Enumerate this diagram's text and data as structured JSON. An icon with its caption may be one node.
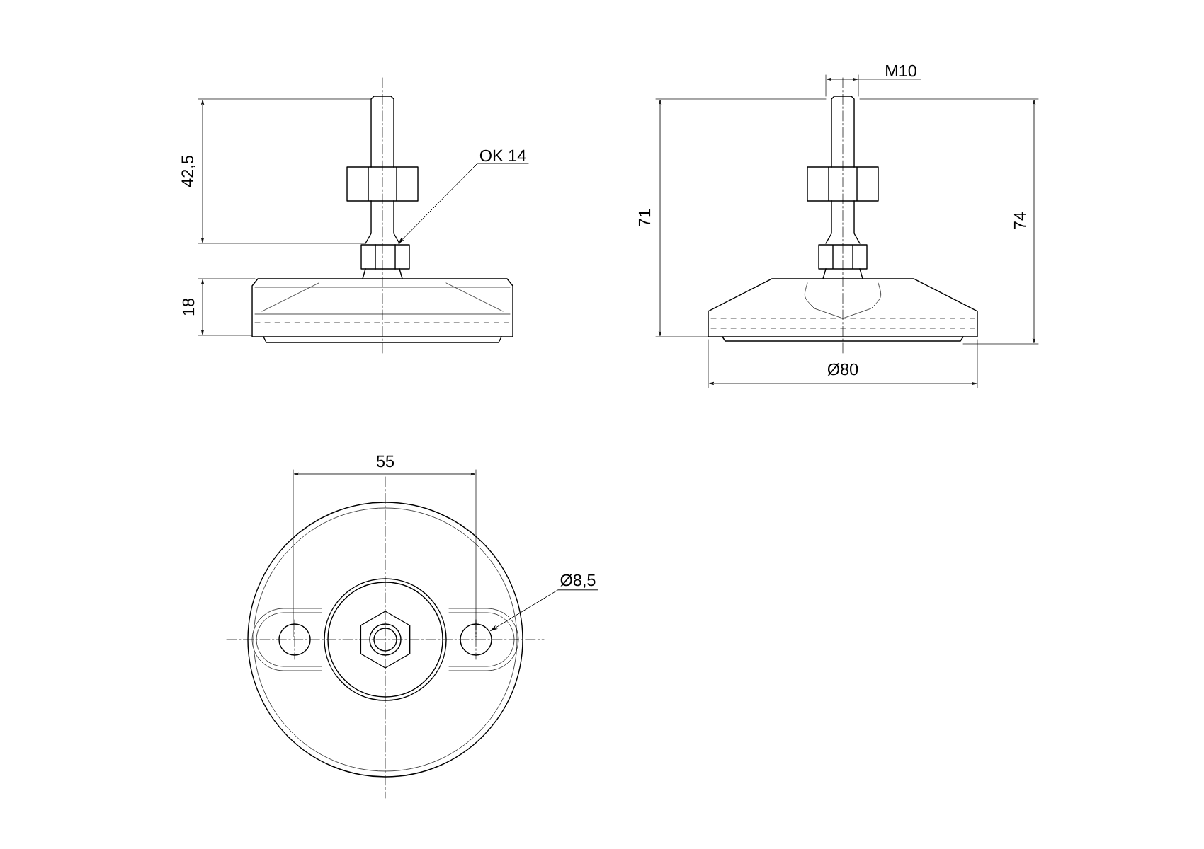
{
  "diagram": {
    "nodes": [
      {
        "text": [
          "OK 14"
        ]
      },
      {
        "text": [],
        "shape": "box"
      },
      {
        "text": [
          "Ø8,5"
        ]
      },
      {
        "text": [],
        "shape": "circle"
      }
    ],
    "edges": [
      {
        "from": 0,
        "to": 1,
        "arrow": "to"
      },
      {
        "from": 2,
        "to": 3,
        "arrow": "to"
      }
    ],
    "labels": [
      "42,5",
      "18",
      "M10",
      "71",
      "74",
      "Ø80",
      "55"
    ]
  }
}
